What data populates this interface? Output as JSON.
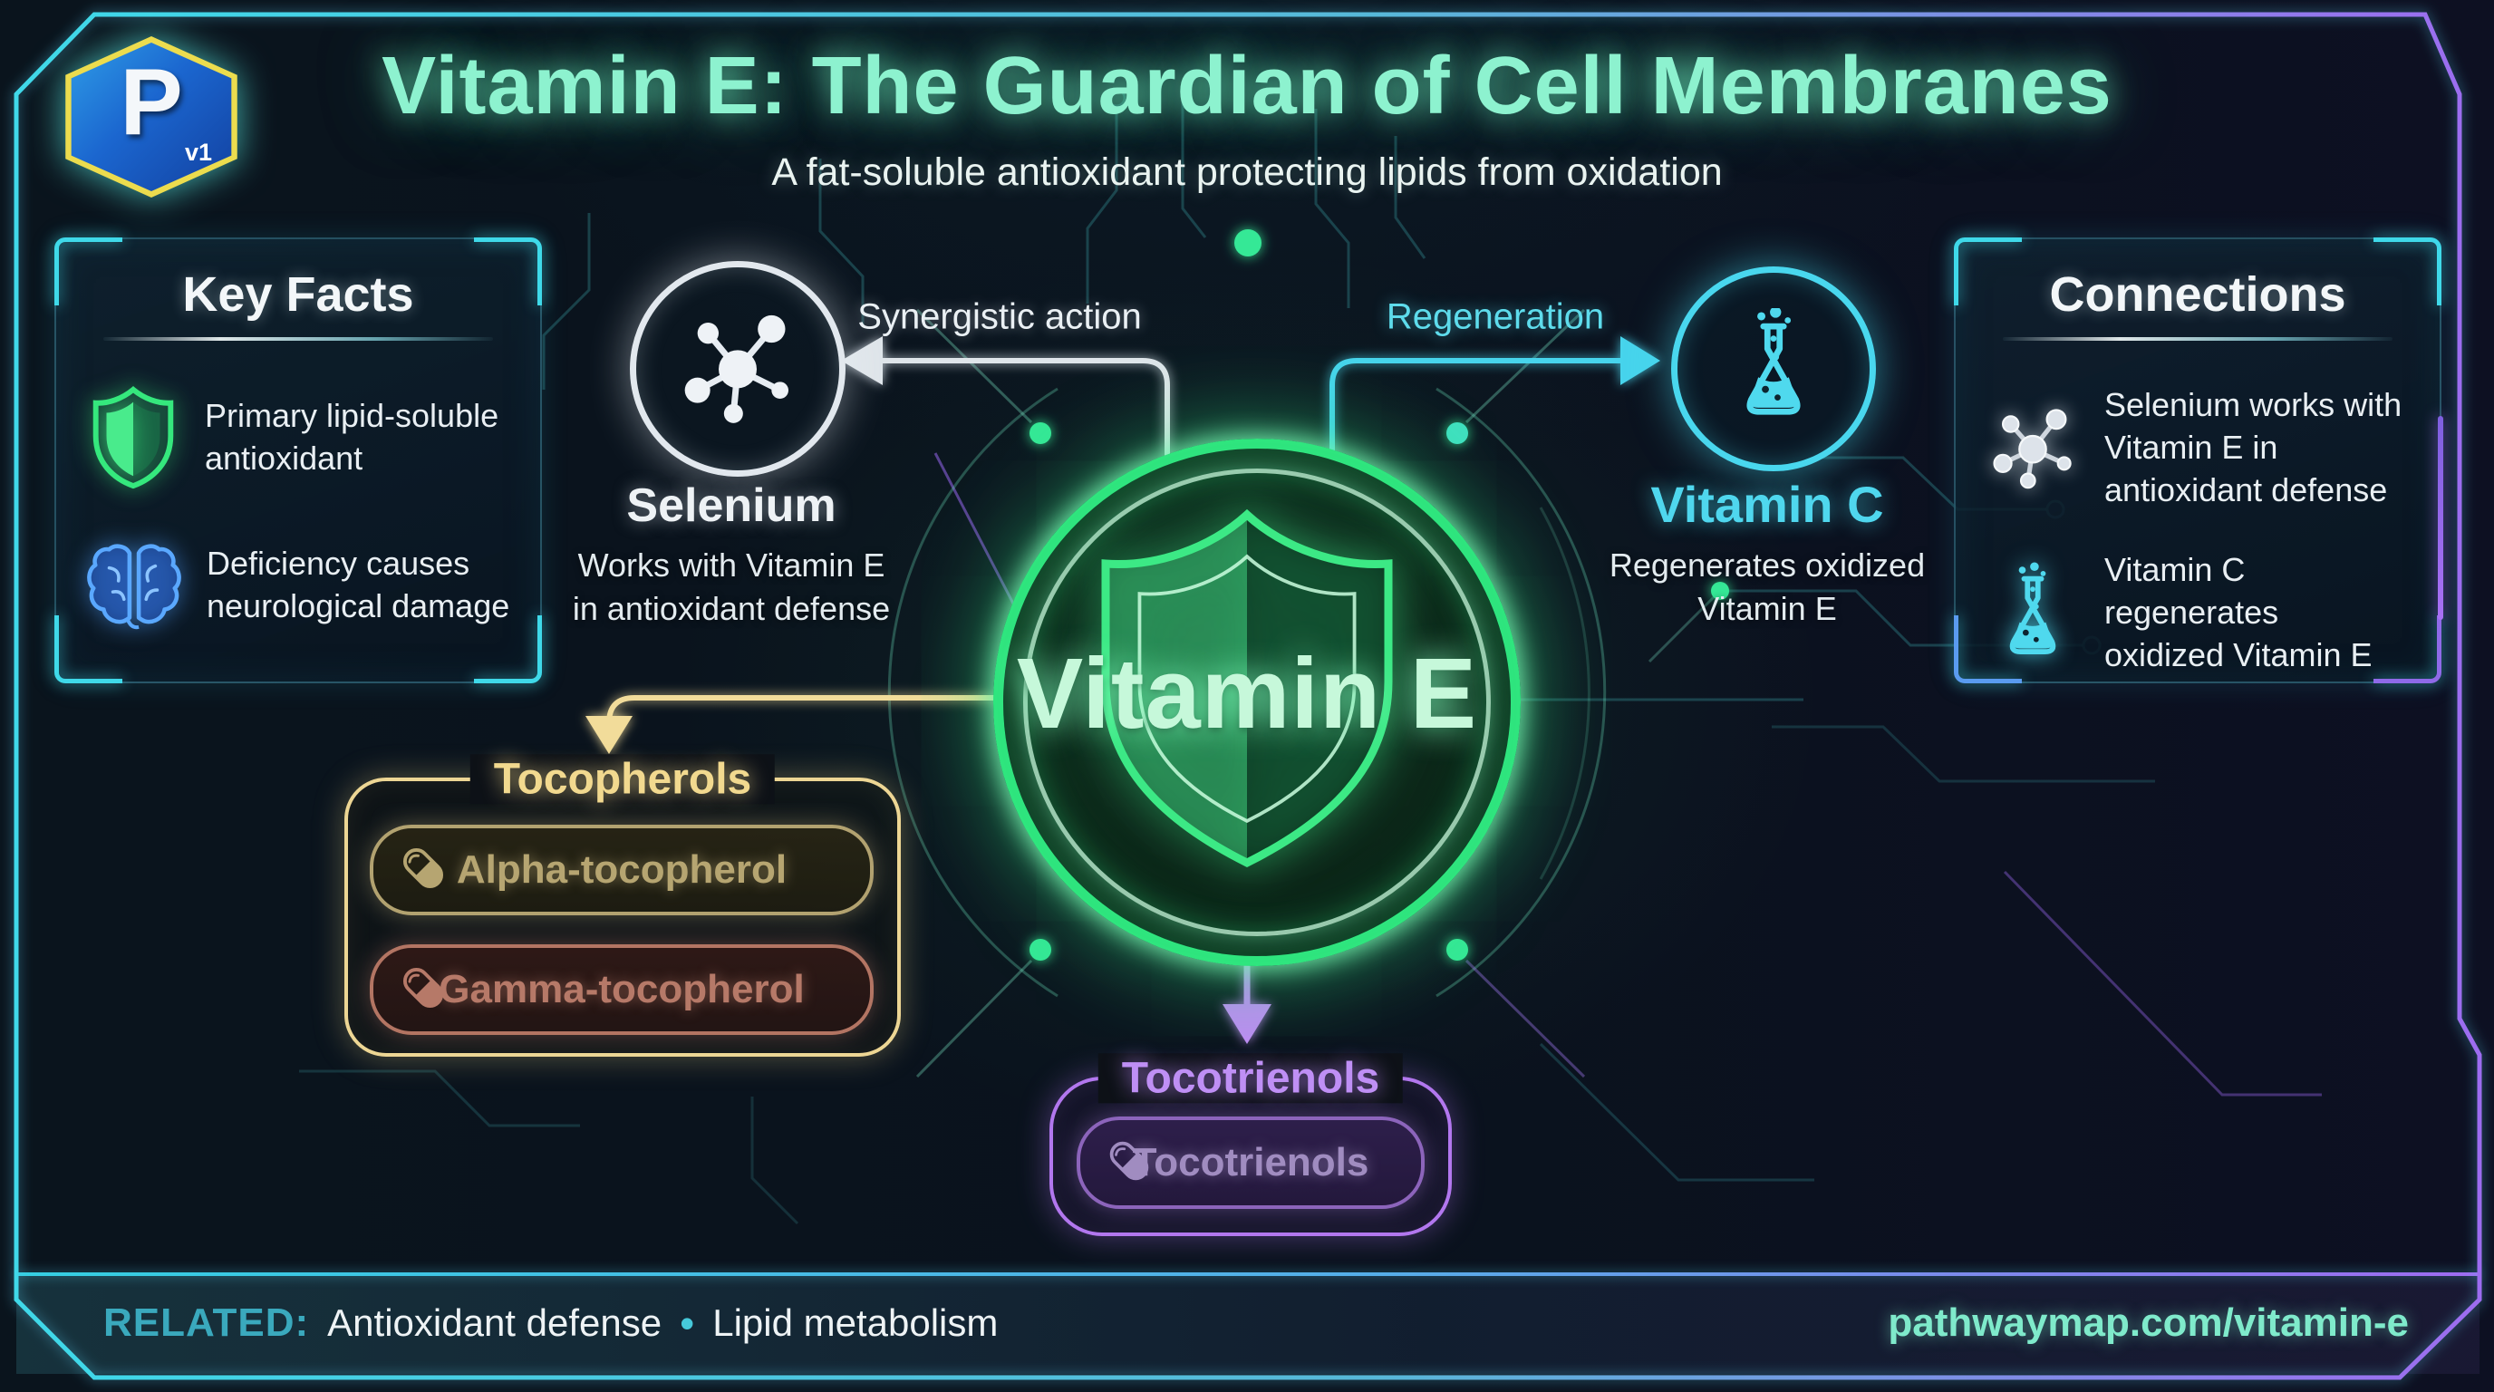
{
  "brand": {
    "letter": "P",
    "version": "v1"
  },
  "header": {
    "title": "Vitamin E: The Guardian of Cell Membranes",
    "subtitle": "A fat-soluble antioxidant protecting lipids from oxidation"
  },
  "key_facts": {
    "heading": "Key Facts",
    "items": [
      {
        "icon": "shield-icon",
        "text": "Primary lipid-soluble\nantioxidant"
      },
      {
        "icon": "brain-icon",
        "text": "Deficiency causes\nneurological damage"
      }
    ]
  },
  "connections": {
    "heading": "Connections",
    "items": [
      {
        "icon": "molecule-icon",
        "text": "Selenium works with\nVitamin E in\nantioxidant defense"
      },
      {
        "icon": "flask-icon",
        "text": "Vitamin C regenerates\noxidized Vitamin E"
      }
    ]
  },
  "center": {
    "label": "Vitamin E"
  },
  "selenium": {
    "label": "Selenium",
    "relation": "Synergistic action",
    "description": "Works with Vitamin E\nin antioxidant defense"
  },
  "vitamin_c": {
    "label": "Vitamin C",
    "relation": "Regeneration",
    "description": "Regenerates oxidized\nVitamin E"
  },
  "tocopherols": {
    "group_label": "Tocopherols",
    "items": [
      {
        "label": "Alpha-tocopherol"
      },
      {
        "label": "Gamma-tocopherol"
      }
    ]
  },
  "tocotrienols": {
    "group_label": "Tocotrienols",
    "items": [
      {
        "label": "Tocotrienols"
      }
    ]
  },
  "footer": {
    "related_label": "RELATED:",
    "related_items": [
      "Antioxidant defense",
      "Lipid metabolism"
    ],
    "separator": "•",
    "url": "pathwaymap.com/vitamin-e"
  },
  "colors": {
    "mint": "#8df2cf",
    "neon_green": "#2fe57e",
    "cyan": "#49d7ee",
    "silver": "#e2e8ee",
    "gold": "#f2d98f",
    "salmon": "#ef9a86",
    "purple": "#b277ee",
    "frame_left": "#3fd9e9",
    "frame_right": "#9e6bf0",
    "background": "#0a121d"
  }
}
